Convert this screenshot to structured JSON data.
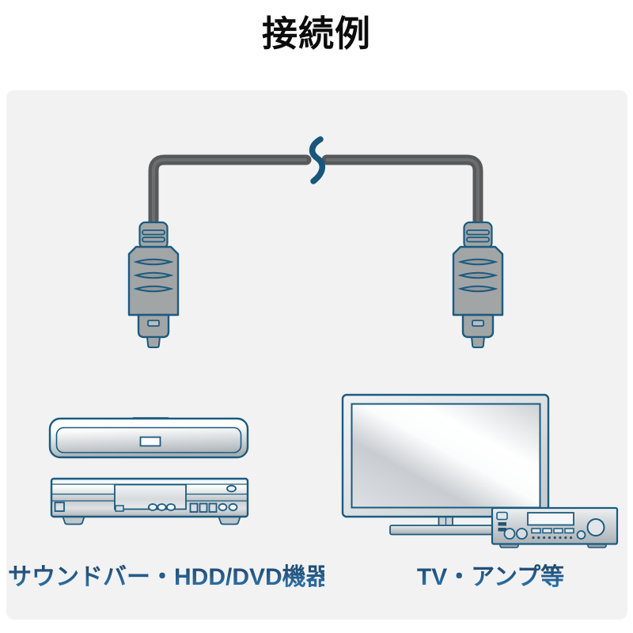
{
  "title": "接続例",
  "panel": {
    "cable": {
      "kind": "optical-digital-audio-cable",
      "break_mark": "cable-length-break-squiggle"
    },
    "labels": {
      "left": "サウンドバー・HDD/DVD機器",
      "right": "TV・アンプ等"
    },
    "devices": {
      "left_group": [
        "soundbar",
        "hdd-dvd-recorder"
      ],
      "right_group": [
        "tv",
        "av-amplifier"
      ]
    }
  },
  "colors": {
    "outline_blue": "#1a5b80",
    "cable_gray": "#58595b",
    "connector_gray": "#a2a5a6",
    "panel_background": "#f2f2f3",
    "title_color": "#0c0c0c",
    "label_gradient_top": "#1c3e62",
    "label_gradient_bottom": "#2e7fbe"
  }
}
